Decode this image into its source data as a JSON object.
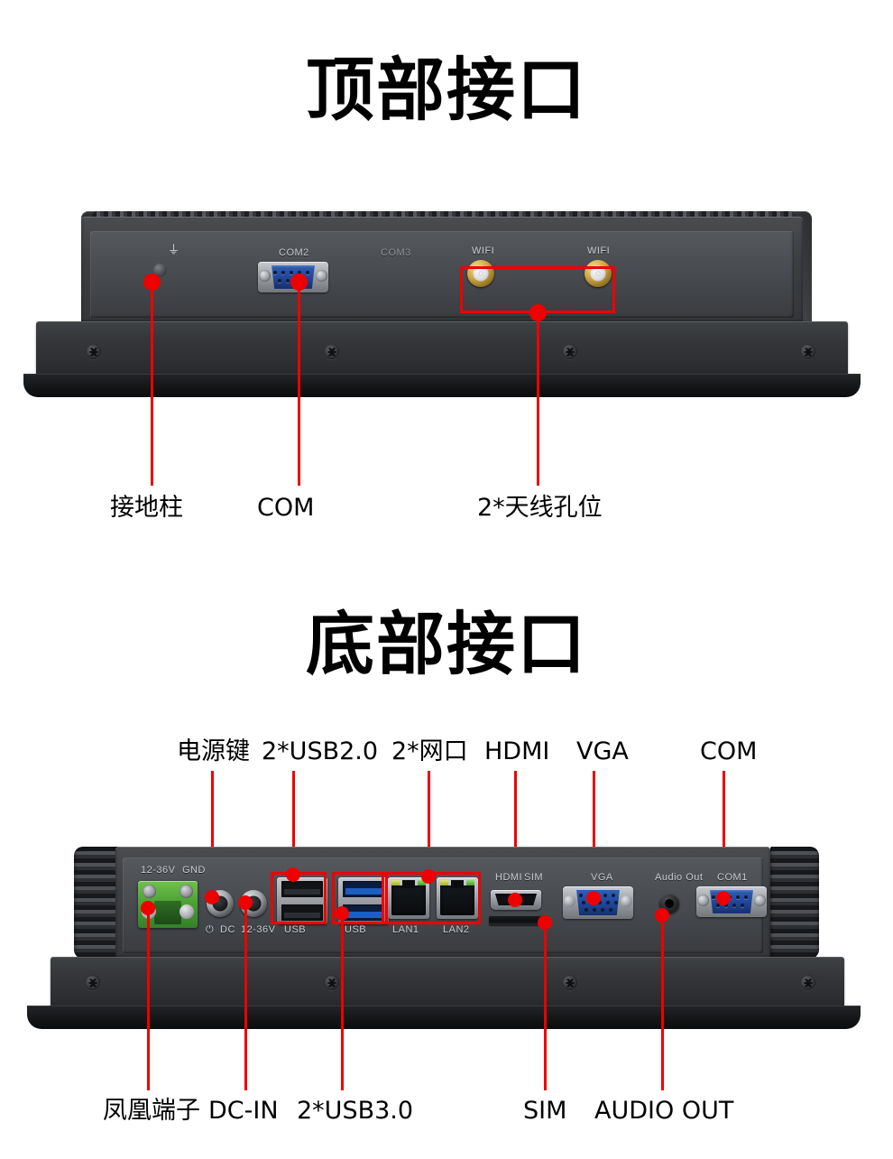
{
  "sections": [
    {
      "id": "top",
      "title": "顶部接口",
      "device_silkscreen": {
        "ground_symbol": "⏚",
        "com2": "COM2",
        "com3": "COM3",
        "wifi_left": "WIFI",
        "wifi_right": "WIFI"
      },
      "callouts": [
        {
          "label": "接地柱",
          "target": "ground-stud"
        },
        {
          "label": "COM",
          "target": "com2-db9-connector"
        },
        {
          "label": "2*天线孔位",
          "target": "wifi-antenna-holes"
        }
      ]
    },
    {
      "id": "bottom",
      "title": "底部接口",
      "device_silkscreen": {
        "voltage": "12-36V",
        "gnd": "GND",
        "power": "⏻",
        "dc": "DC",
        "dc_range": "12-36V",
        "usb_left": "USB",
        "usb_right": "USB",
        "lan1": "LAN1",
        "lan2": "LAN2",
        "hdmi": "HDMI",
        "sim": "SIM",
        "vga": "VGA",
        "audio_out": "Audio Out",
        "com1": "COM1"
      },
      "callouts_top": [
        {
          "label": "电源键",
          "target": "power-button"
        },
        {
          "label": "2*USB2.0",
          "target": "usb2-ports"
        },
        {
          "label": "2*网口",
          "target": "lan-ports"
        },
        {
          "label": "HDMI",
          "target": "hdmi-port"
        },
        {
          "label": "VGA",
          "target": "vga-port"
        },
        {
          "label": "COM",
          "target": "com1-db9-connector"
        }
      ],
      "callouts_bottom": [
        {
          "label": "凤凰端子",
          "target": "phoenix-terminal"
        },
        {
          "label": "DC-IN",
          "target": "dc-in-jack"
        },
        {
          "label": "2*USB3.0",
          "target": "usb3-ports"
        },
        {
          "label": "SIM",
          "target": "sim-slot"
        },
        {
          "label": "AUDIO OUT",
          "target": "audio-out-jack"
        }
      ]
    }
  ],
  "colors": {
    "annotation": "#ee0000",
    "background": "#ffffff",
    "title_text": "#000000",
    "chassis_dark": "#35373a",
    "connector_blue": "#22479b",
    "terminal_green": "#4da235",
    "antenna_gold": "#cfa845",
    "usb3_blue": "#1d5fc0"
  }
}
